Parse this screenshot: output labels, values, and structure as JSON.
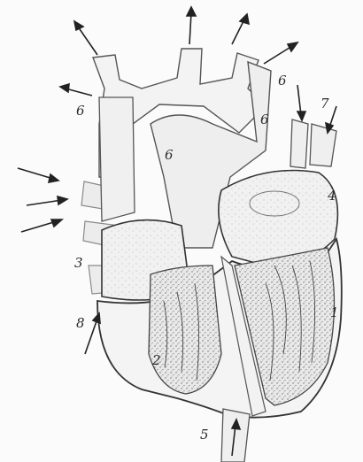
{
  "figure": {
    "labels": {
      "l1": "1",
      "l2": "2",
      "l3": "3",
      "l4": "4",
      "l5": "5",
      "l6a": "6",
      "l6b": "6",
      "l6c": "6",
      "l6d": "6",
      "l7": "7",
      "l8": "8"
    }
  }
}
